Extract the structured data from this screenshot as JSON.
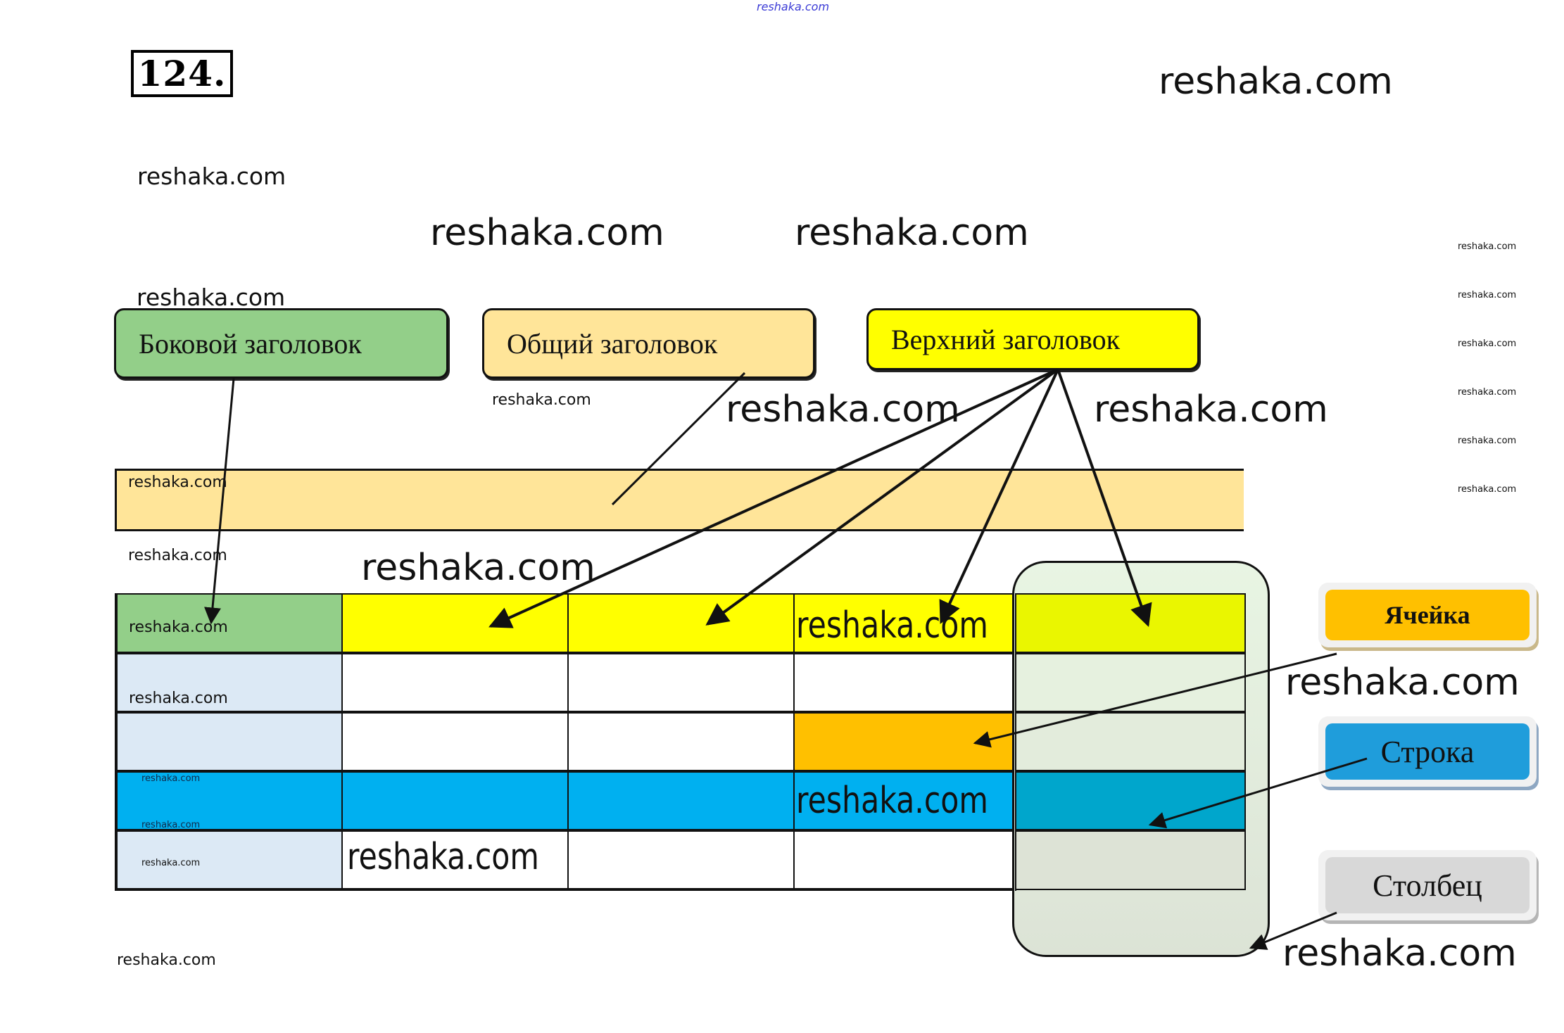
{
  "task": {
    "number": "124."
  },
  "header_labels": {
    "side_header": "Боковой заголовок",
    "general_header": "Общий заголовок",
    "top_header": "Верхний заголовок"
  },
  "legend": {
    "cell": "Ячейка",
    "row": "Строка",
    "column": "Столбец"
  },
  "colors": {
    "side_header": "#93cf89",
    "general_header": "#ffe599",
    "top_header": "#ffff00",
    "highlight_cell": "#ffc000",
    "highlight_row": "#00b0f0",
    "side_column_cells": "#dce9f5",
    "legend_cell": "#ffc000",
    "legend_row": "#1f9ddb",
    "legend_column": "#d8d8d8"
  },
  "table": {
    "rows": 5,
    "columns": 5,
    "cells": [
      [
        "reshaka.com",
        "",
        "",
        "reshaka.com",
        ""
      ],
      [
        "reshaka.com",
        "",
        "",
        "",
        ""
      ],
      [
        "",
        "",
        "",
        "",
        ""
      ],
      [
        "reshaka.com",
        "",
        "",
        "reshaka.com",
        ""
      ],
      [
        "reshaka.com",
        "reshaka.com",
        "",
        "",
        ""
      ]
    ]
  },
  "watermarks": {
    "top_tiny": "reshaka.com",
    "text": "reshaka.com"
  }
}
